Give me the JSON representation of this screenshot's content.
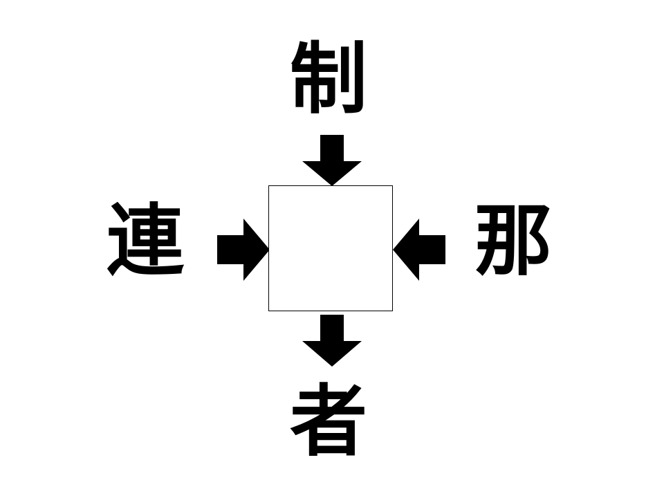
{
  "puzzle": {
    "kanji_top": "制",
    "kanji_left": "連",
    "kanji_right": "那",
    "kanji_bottom": "者",
    "answer": ""
  },
  "colors": {
    "ink": "#000000",
    "background": "#ffffff"
  },
  "icons": {
    "arrow_top": "arrow-down",
    "arrow_left": "arrow-right",
    "arrow_right": "arrow-left",
    "arrow_bottom": "arrow-down"
  }
}
